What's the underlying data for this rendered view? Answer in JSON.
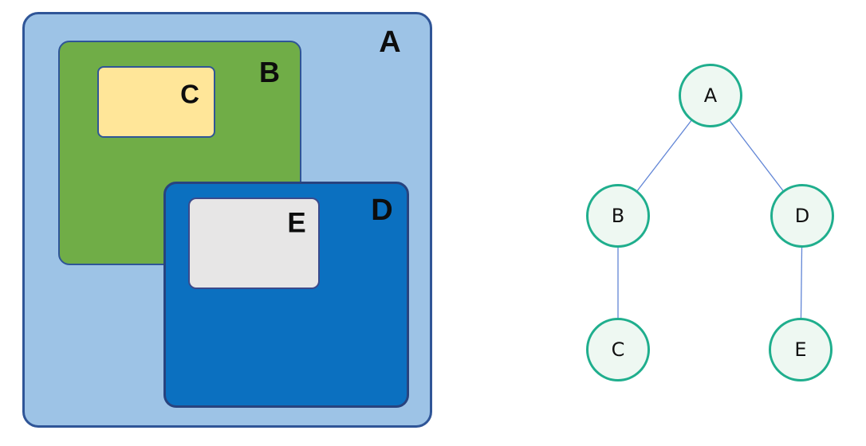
{
  "figure": {
    "left_diagram": {
      "type": "nested-containment-boxes",
      "boxes": [
        {
          "id": "A",
          "label": "A",
          "fill": "#9dc3e6",
          "border": "#2f5597",
          "contains": [
            "B",
            "D"
          ]
        },
        {
          "id": "B",
          "label": "B",
          "fill": "#70ad47",
          "border": "#2f5597",
          "contains": [
            "C"
          ]
        },
        {
          "id": "C",
          "label": "C",
          "fill": "#ffe699",
          "border": "#2f5597",
          "contains": []
        },
        {
          "id": "D",
          "label": "D",
          "fill": "#0b70c0",
          "border": "#28437e",
          "contains": [
            "E"
          ]
        },
        {
          "id": "E",
          "label": "E",
          "fill": "#e7e6e6",
          "border": "#3b4a8c",
          "contains": []
        }
      ]
    },
    "right_diagram": {
      "type": "tree",
      "nodes": [
        {
          "id": "A",
          "label": "A"
        },
        {
          "id": "B",
          "label": "B"
        },
        {
          "id": "C",
          "label": "C"
        },
        {
          "id": "D",
          "label": "D"
        },
        {
          "id": "E",
          "label": "E"
        }
      ],
      "edges": [
        [
          "A",
          "B"
        ],
        [
          "A",
          "D"
        ],
        [
          "B",
          "C"
        ],
        [
          "D",
          "E"
        ]
      ],
      "node_fill": "#eef8f2",
      "node_border": "#1fae8d",
      "edge_color": "#6286d6",
      "label_color": "#111111"
    }
  }
}
